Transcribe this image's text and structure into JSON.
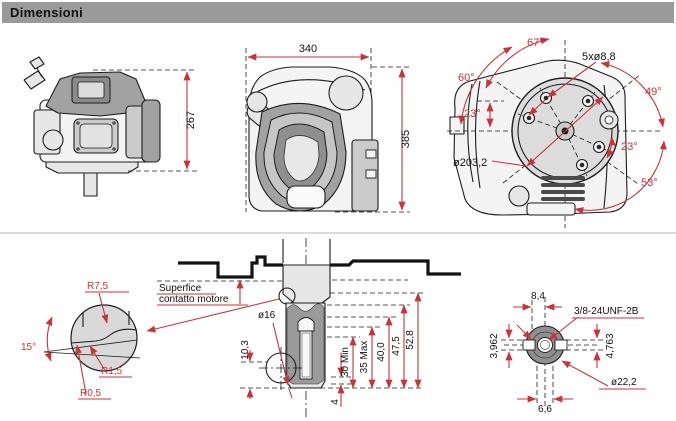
{
  "header": {
    "title": "Dimensioni"
  },
  "colors": {
    "dimension_red": "#c8343a",
    "header_bar": "#9a9a9a"
  },
  "top_views": {
    "side": {
      "height": "267"
    },
    "front": {
      "width": "340",
      "height": "385"
    },
    "rear": {
      "angle_67": "67°",
      "angle_60": "60°",
      "bolt_holes": "5xø8,8",
      "angle_49": "49°",
      "angle_23_left": "23°",
      "angle_23_right": "23°",
      "angle_53": "53°",
      "flange_diameter": "ø203,2"
    }
  },
  "bottom": {
    "detail": {
      "radius_outer": "R7,5",
      "chamfer_angle": "15°",
      "radius_mid": "R1,5",
      "radius_inner": "R0,5"
    },
    "surface": {
      "line1": "Superfice",
      "line2": "contatto motore"
    },
    "shaft": {
      "diameter": "ø16",
      "depth": "10,3",
      "step": "4",
      "len_min": "30 Min",
      "len_max": "35 Max",
      "len_40": "40,0",
      "len_47": "47,5",
      "len_52": "52,8"
    },
    "end_view": {
      "offset": "8,4",
      "thread": "3/8-24UNF-2B",
      "key_left": "3,962",
      "key_right": "4,763",
      "diameter": "ø22,2",
      "width": "6,6"
    }
  }
}
